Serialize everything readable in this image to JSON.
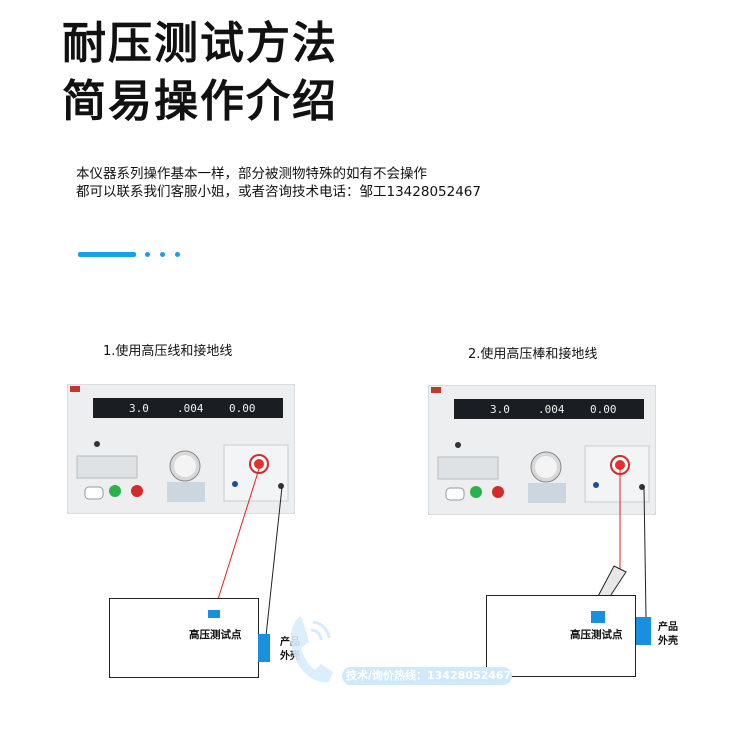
{
  "header": {
    "title_line1": "耐压测试方法",
    "title_line2": "简易操作介绍"
  },
  "intro": {
    "line1": "本仪器系列操作基本一样，部分被测物特殊的如有不会操作",
    "line2": "都可以联系我们客服小姐，或者咨询技术电话：邹工13428052467"
  },
  "accent_color": "#1aa0e6",
  "steps": [
    {
      "label": "1.使用高压线和接地线",
      "test_point": "高压测试点",
      "shell_label": "产品\n外壳"
    },
    {
      "label": "2.使用高压棒和接地线",
      "test_point": "高压测试点",
      "shell_label": "产品\n外壳"
    }
  ],
  "hotline": "技术/询价热线：13428052467"
}
